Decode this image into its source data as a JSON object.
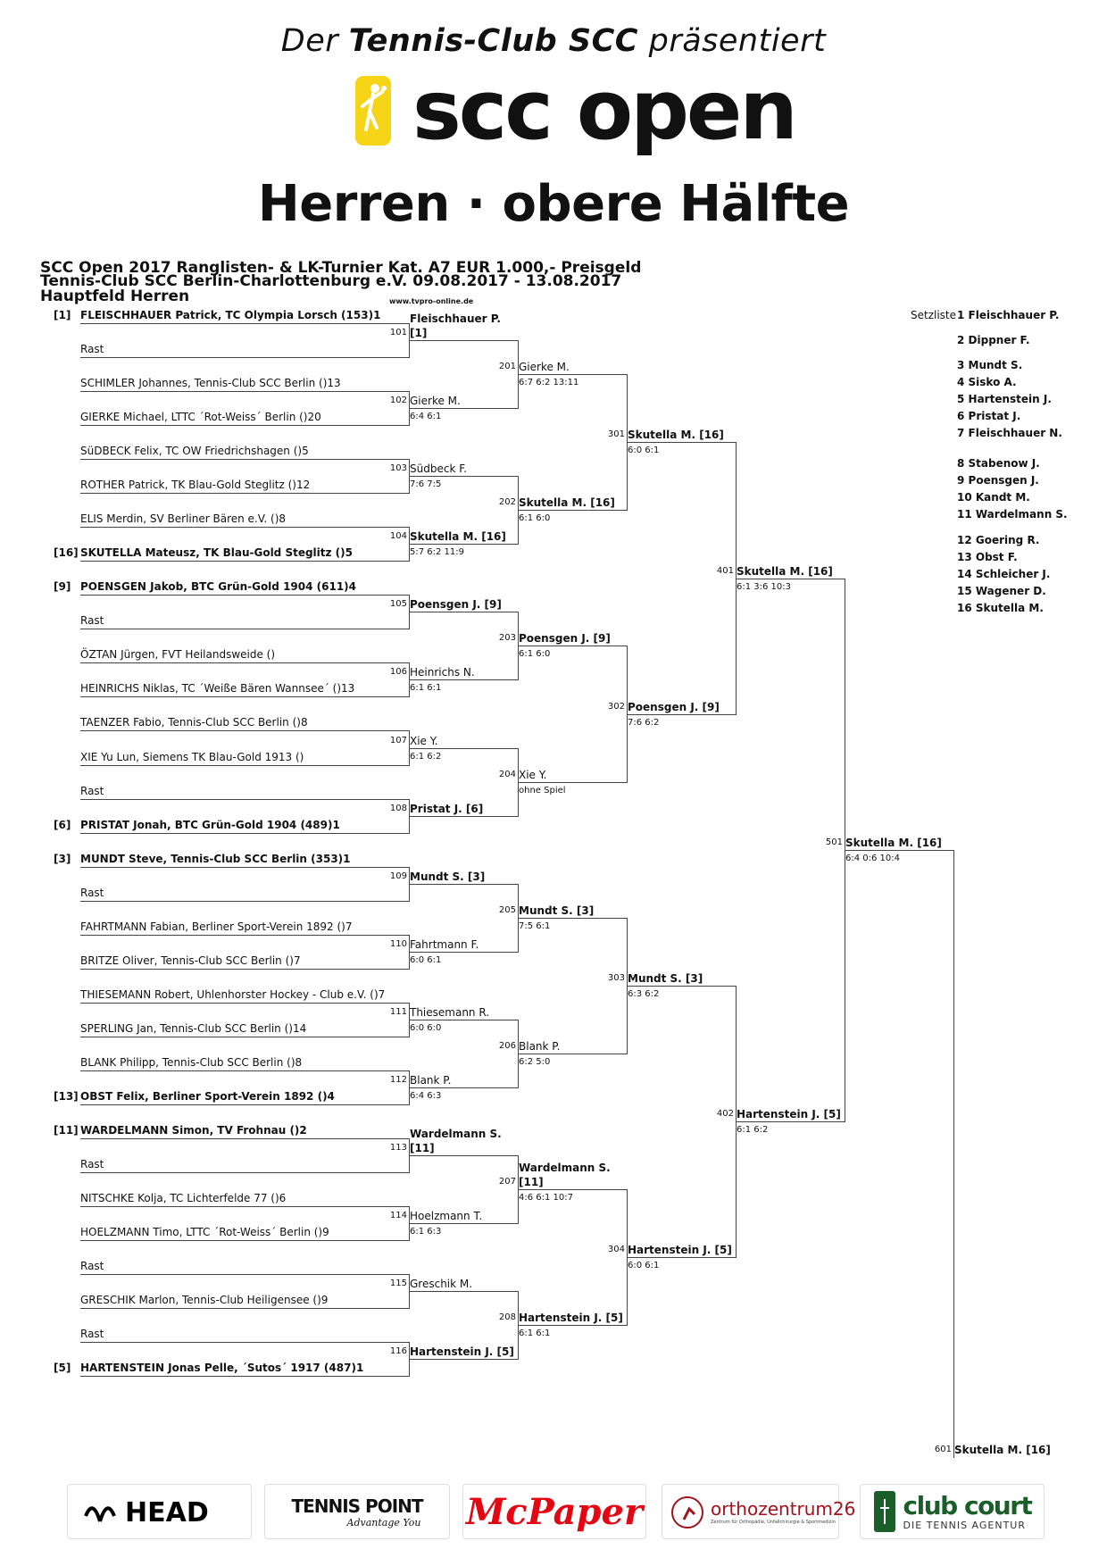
{
  "header": {
    "intro": {
      "prefix": "Der ",
      "strong": "Tennis-Club SCC",
      "suffix": " präsentiert"
    },
    "logo_text": "scc open",
    "section_title": "Herren · obere Hälfte",
    "line1": "SCC Open 2017 Ranglisten- & LK-Turnier Kat. A7 EUR 1.000,- Preisgeld",
    "line2": "Tennis-Club SCC Berlin-Charlottenburg e.V. 09.08.2017 - 13.08.2017",
    "line3": "Hauptfeld Herren",
    "url": "www.tvpro-online.de"
  },
  "draw": {
    "slots": [
      {
        "seed": "[1]",
        "name": "FLEISCHHAUER Patrick, TC Olympia Lorsch (153)1",
        "bold": true
      },
      {
        "seed": "",
        "name": "Rast",
        "bold": false
      },
      {
        "seed": "",
        "name": "SCHIMLER Johannes, Tennis-Club SCC Berlin ()13",
        "bold": false
      },
      {
        "seed": "",
        "name": "GIERKE Michael, LTTC ´Rot-Weiss´ Berlin ()20",
        "bold": false
      },
      {
        "seed": "",
        "name": "SüDBECK Felix, TC OW Friedrichshagen ()5",
        "bold": false
      },
      {
        "seed": "",
        "name": "ROTHER Patrick, TK Blau-Gold Steglitz ()12",
        "bold": false
      },
      {
        "seed": "",
        "name": "ELIS Merdin, SV Berliner Bären e.V. ()8",
        "bold": false
      },
      {
        "seed": "[16]",
        "name": "SKUTELLA Mateusz, TK Blau-Gold Steglitz ()5",
        "bold": true
      },
      {
        "seed": "[9]",
        "name": "POENSGEN Jakob, BTC Grün-Gold 1904 (611)4",
        "bold": true
      },
      {
        "seed": "",
        "name": "Rast",
        "bold": false
      },
      {
        "seed": "",
        "name": "ÖZTAN Jürgen, FVT Heilandsweide ()",
        "bold": false
      },
      {
        "seed": "",
        "name": "HEINRICHS Niklas, TC ´Weiße Bären Wannsee´ ()13",
        "bold": false
      },
      {
        "seed": "",
        "name": "TAENZER Fabio, Tennis-Club SCC Berlin ()8",
        "bold": false
      },
      {
        "seed": "",
        "name": "XIE Yu Lun, Siemens TK Blau-Gold 1913 ()",
        "bold": false
      },
      {
        "seed": "",
        "name": "Rast",
        "bold": false
      },
      {
        "seed": "[6]",
        "name": "PRISTAT Jonah, BTC Grün-Gold 1904 (489)1",
        "bold": true
      },
      {
        "seed": "[3]",
        "name": "MUNDT Steve, Tennis-Club SCC Berlin (353)1",
        "bold": true
      },
      {
        "seed": "",
        "name": "Rast",
        "bold": false
      },
      {
        "seed": "",
        "name": "FAHRTMANN Fabian, Berliner Sport-Verein 1892 ()7",
        "bold": false
      },
      {
        "seed": "",
        "name": "BRITZE Oliver, Tennis-Club SCC Berlin ()7",
        "bold": false
      },
      {
        "seed": "",
        "name": "THIESEMANN Robert, Uhlenhorster Hockey - Club e.V. ()7",
        "bold": false
      },
      {
        "seed": "",
        "name": "SPERLING Jan, Tennis-Club SCC Berlin ()14",
        "bold": false
      },
      {
        "seed": "",
        "name": "BLANK Philipp, Tennis-Club SCC Berlin ()8",
        "bold": false
      },
      {
        "seed": "[13]",
        "name": "OBST Felix, Berliner Sport-Verein 1892 ()4",
        "bold": true
      },
      {
        "seed": "[11]",
        "name": "WARDELMANN Simon, TV Frohnau ()2",
        "bold": true
      },
      {
        "seed": "",
        "name": "Rast",
        "bold": false
      },
      {
        "seed": "",
        "name": "NITSCHKE Kolja, TC Lichterfelde 77 ()6",
        "bold": false
      },
      {
        "seed": "",
        "name": "HOELZMANN Timo, LTTC ´Rot-Weiss´ Berlin ()9",
        "bold": false
      },
      {
        "seed": "",
        "name": "Rast",
        "bold": false
      },
      {
        "seed": "",
        "name": "GRESCHIK Marlon, Tennis-Club Heiligensee ()9",
        "bold": false
      },
      {
        "seed": "",
        "name": "Rast",
        "bold": false
      },
      {
        "seed": "[5]",
        "name": "HARTENSTEIN Jonas Pelle, ´Sutos´ 1917 (487)1",
        "bold": true
      }
    ],
    "rounds": [
      [
        {
          "num": "101",
          "winner": "Fleischhauer P. [1]",
          "score": "",
          "bold": true
        },
        {
          "num": "102",
          "winner": "Gierke M.",
          "score": "6:4 6:1",
          "bold": false
        },
        {
          "num": "103",
          "winner": "Südbeck F.",
          "score": "7:6 7:5",
          "bold": false
        },
        {
          "num": "104",
          "winner": "Skutella M. [16]",
          "score": "5:7 6:2 11:9",
          "bold": true
        },
        {
          "num": "105",
          "winner": "Poensgen J. [9]",
          "score": "",
          "bold": true
        },
        {
          "num": "106",
          "winner": "Heinrichs N.",
          "score": "6:1 6:1",
          "bold": false
        },
        {
          "num": "107",
          "winner": "Xie Y.",
          "score": "6:1 6:2",
          "bold": false
        },
        {
          "num": "108",
          "winner": "Pristat J. [6]",
          "score": "",
          "bold": true
        },
        {
          "num": "109",
          "winner": "Mundt S. [3]",
          "score": "",
          "bold": true
        },
        {
          "num": "110",
          "winner": "Fahrtmann F.",
          "score": "6:0 6:1",
          "bold": false
        },
        {
          "num": "111",
          "winner": "Thiesemann R.",
          "score": "6:0 6:0",
          "bold": false
        },
        {
          "num": "112",
          "winner": "Blank P.",
          "score": "6:4 6:3",
          "bold": false
        },
        {
          "num": "113",
          "winner": "Wardelmann S. [11]",
          "score": "",
          "bold": true
        },
        {
          "num": "114",
          "winner": "Hoelzmann T.",
          "score": "6:1 6:3",
          "bold": false
        },
        {
          "num": "115",
          "winner": "Greschik M.",
          "score": "",
          "bold": false
        },
        {
          "num": "116",
          "winner": "Hartenstein J. [5]",
          "score": "",
          "bold": true
        }
      ],
      [
        {
          "num": "201",
          "winner": "Gierke M.",
          "score": "6:7 6:2 13:11",
          "bold": false
        },
        {
          "num": "202",
          "winner": "Skutella M. [16]",
          "score": "6:1 6:0",
          "bold": true
        },
        {
          "num": "203",
          "winner": "Poensgen J. [9]",
          "score": "6:1 6:0",
          "bold": true
        },
        {
          "num": "204",
          "winner": "Xie Y.",
          "score": "ohne Spiel",
          "bold": false
        },
        {
          "num": "205",
          "winner": "Mundt S. [3]",
          "score": "7:5 6:1",
          "bold": true
        },
        {
          "num": "206",
          "winner": "Blank P.",
          "score": "6:2 5:0",
          "bold": false
        },
        {
          "num": "207",
          "winner": "Wardelmann S. [11]",
          "score": "4:6 6:1 10:7",
          "bold": true
        },
        {
          "num": "208",
          "winner": "Hartenstein J. [5]",
          "score": "6:1 6:1",
          "bold": true
        }
      ],
      [
        {
          "num": "301",
          "winner": "Skutella M. [16]",
          "score": "6:0 6:1",
          "bold": true
        },
        {
          "num": "302",
          "winner": "Poensgen J. [9]",
          "score": "7:6 6:2",
          "bold": true
        },
        {
          "num": "303",
          "winner": "Mundt S. [3]",
          "score": "6:3 6:2",
          "bold": true
        },
        {
          "num": "304",
          "winner": "Hartenstein J. [5]",
          "score": "6:0 6:1",
          "bold": true
        }
      ],
      [
        {
          "num": "401",
          "winner": "Skutella M. [16]",
          "score": "6:1 3:6 10:3",
          "bold": true
        },
        {
          "num": "402",
          "winner": "Hartenstein J. [5]",
          "score": "6:1 6:2",
          "bold": true
        }
      ],
      [
        {
          "num": "501",
          "winner": "Skutella M. [16]",
          "score": "6:4 0:6 10:4",
          "bold": true
        }
      ],
      [
        {
          "num": "601",
          "winner": "Skutella M. [16]",
          "score": "",
          "bold": true
        }
      ]
    ]
  },
  "setzliste": {
    "label": "Setzliste",
    "items": [
      "1 Fleischhauer P.",
      "2 Dippner F.",
      "3 Mundt S.",
      "4 Sisko A.",
      "5 Hartenstein J.",
      "6 Pristat J.",
      "7 Fleischhauer N.",
      "8 Stabenow J.",
      "9 Poensgen J.",
      "10 Kandt M.",
      "11 Wardelmann S.",
      "12 Goering R.",
      "13 Obst F.",
      "14 Schleicher J.",
      "15 Wagener D.",
      "16 Skutella M."
    ]
  },
  "sponsors": [
    {
      "name": "HEAD",
      "color": "#000000"
    },
    {
      "name": "TENNIS POINT",
      "tagline": "Advantage You",
      "color": "#111111"
    },
    {
      "name": "McPaper",
      "color": "#e30613"
    },
    {
      "name": "orthozentrum26",
      "tagline": "Zentrum für Orthopädie, Unfallchirurgie & Sportmedizin",
      "color": "#a3121c"
    },
    {
      "name": "club court",
      "tagline": "DIE TENNIS AGENTUR",
      "color": "#1a5e2a"
    }
  ],
  "colors": {
    "brand_yellow": "#f6d417",
    "line": "#444444"
  }
}
